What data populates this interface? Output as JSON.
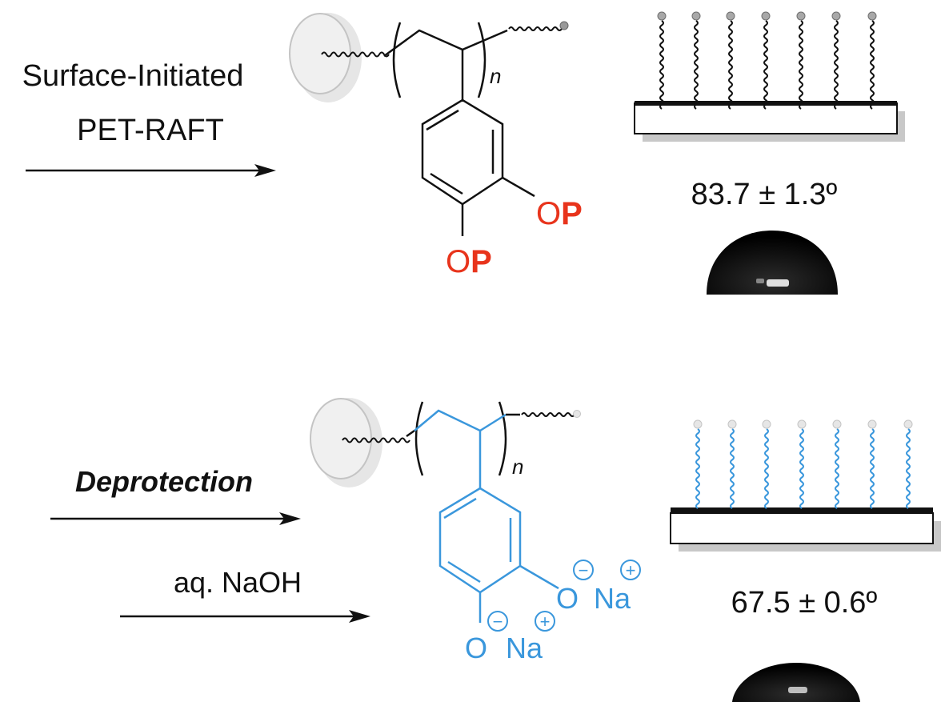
{
  "colors": {
    "step1": "#e8341c",
    "step2": "#3a97dc",
    "black": "#111111",
    "particle": "#e6e6e6",
    "particle_stroke": "#c4c4c4"
  },
  "step1": {
    "arrow_label_line1": "Surface-Initiated",
    "arrow_label_line2": "PET-RAFT",
    "repeat_subscript": "n",
    "substituent_meta_o": "O",
    "substituent_meta_p": "P",
    "substituent_para_o": "O",
    "substituent_para_p": "P",
    "contact_angle": "83.7 ± 1.3º"
  },
  "step2": {
    "arrow_label_1": "Deprotection",
    "arrow_label_2": "aq. NaOH",
    "repeat_subscript": "n",
    "meta_oxygen": "O",
    "meta_counterion": "Na",
    "para_oxygen": "O",
    "para_counterion": "Na",
    "minus_charge": "−",
    "plus_charge": "+",
    "contact_angle": "67.5 ± 0.6º"
  },
  "icons": {
    "particle": "particle-icon",
    "surface": "brush-surface-icon",
    "droplet": "water-droplet-icon"
  }
}
